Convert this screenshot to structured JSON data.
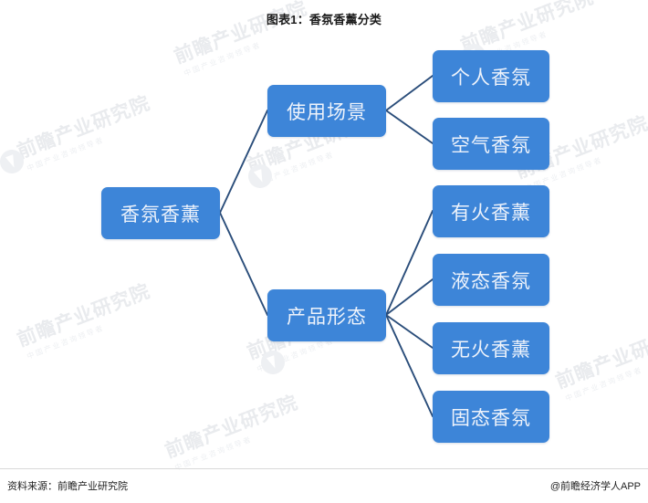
{
  "chart": {
    "title": "图表1：香氛香薰分类",
    "type": "tree-diagram",
    "node_color": "#3d85d8",
    "node_text_color": "#eef3fb",
    "connector_color": "#2a4d7a"
  },
  "tree": {
    "root": {
      "label": "香氛香薰"
    },
    "branches": [
      {
        "label": "使用场景",
        "children": [
          {
            "label": "个人香氛"
          },
          {
            "label": "空气香氛"
          }
        ]
      },
      {
        "label": "产品形态",
        "children": [
          {
            "label": "有火香薰"
          },
          {
            "label": "液态香氛"
          },
          {
            "label": "无火香薰"
          },
          {
            "label": "固态香氛"
          }
        ]
      }
    ]
  },
  "watermark": {
    "main": "前瞻产业研究院",
    "sub": "中国产业咨询领导者"
  },
  "footer": {
    "source": "资料来源：前瞻产业研究院",
    "brand": "@前瞻经济学人APP"
  }
}
